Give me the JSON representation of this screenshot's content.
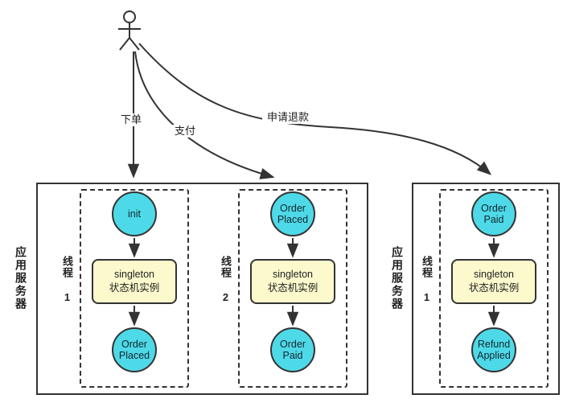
{
  "colors": {
    "line": "#333333",
    "state_fill": "#4ED9E8",
    "node_border": "#333333",
    "machine_fill": "#FCFACD"
  },
  "transitions": {
    "place_order": "下单",
    "pay": "支付",
    "refund": "申请退款"
  },
  "servers": [
    {
      "label": "应用服务器",
      "threads": [
        {
          "label": "线程 1",
          "start": "init",
          "machine_en": "singleton",
          "machine_zh": "状态机实例",
          "end": "Order Placed"
        },
        {
          "label": "线程 2",
          "start": "Order Placed",
          "machine_en": "singleton",
          "machine_zh": "状态机实例",
          "end": "Order Paid"
        }
      ]
    },
    {
      "label": "应用服务器",
      "threads": [
        {
          "label": "线程 1",
          "start": "Order Paid",
          "machine_en": "singleton",
          "machine_zh": "状态机实例",
          "end": "Refund Applied"
        }
      ]
    }
  ]
}
